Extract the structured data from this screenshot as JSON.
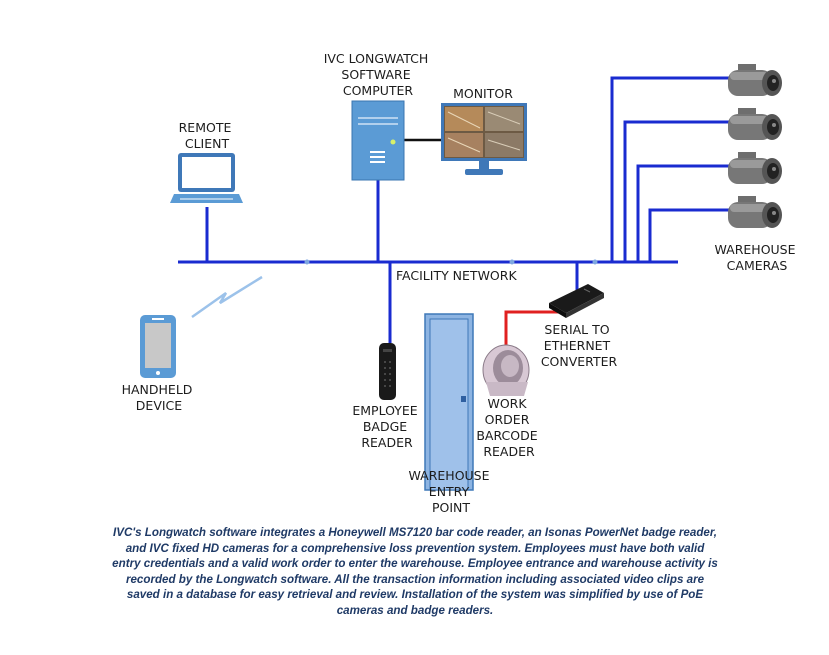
{
  "labels": {
    "software_computer": [
      "IVC LONGWATCH",
      "SOFTWARE",
      "COMPUTER"
    ],
    "monitor": [
      "MONITOR"
    ],
    "remote_client": [
      "REMOTE",
      "CLIENT"
    ],
    "facility_network": [
      "FACILITY NETWORK"
    ],
    "warehouse_cameras": [
      "WAREHOUSE",
      "CAMERAS"
    ],
    "handheld_device": [
      "HANDHELD",
      "DEVICE"
    ],
    "badge_reader": [
      "EMPLOYEE",
      "BADGE",
      "READER"
    ],
    "entry_point": [
      "WAREHOUSE",
      "ENTRY",
      "POINT"
    ],
    "barcode_reader": [
      "WORK",
      "ORDER",
      "BARCODE",
      "READER"
    ],
    "converter": [
      "SERIAL TO",
      "ETHERNET",
      "CONVERTER"
    ]
  },
  "caption": "IVC's Longwatch software integrates a Honeywell MS7120 bar code reader, an Isonas PowerNet badge reader, and IVC fixed HD cameras for a comprehensive loss prevention system.  Employees must have both valid entry credentials and a valid work order to enter the warehouse.  Employee entrance and warehouse activity is recorded by the Longwatch software.  All the transaction information including associated video clips are saved in a database for easy retrieval and review.  Installation of the system was simplified by use of PoE cameras and badge readers.",
  "colors": {
    "network_line": "#1a2bd0",
    "serial_line": "#e02020",
    "device_blue": "#5b9bd5",
    "caption_text": "#1f3a66"
  },
  "icons": [
    "server-icon",
    "monitor-icon",
    "laptop-icon",
    "camera-icon",
    "phone-icon",
    "wireless-signal-icon",
    "badge-reader-icon",
    "door-icon",
    "barcode-scanner-icon",
    "converter-icon"
  ]
}
